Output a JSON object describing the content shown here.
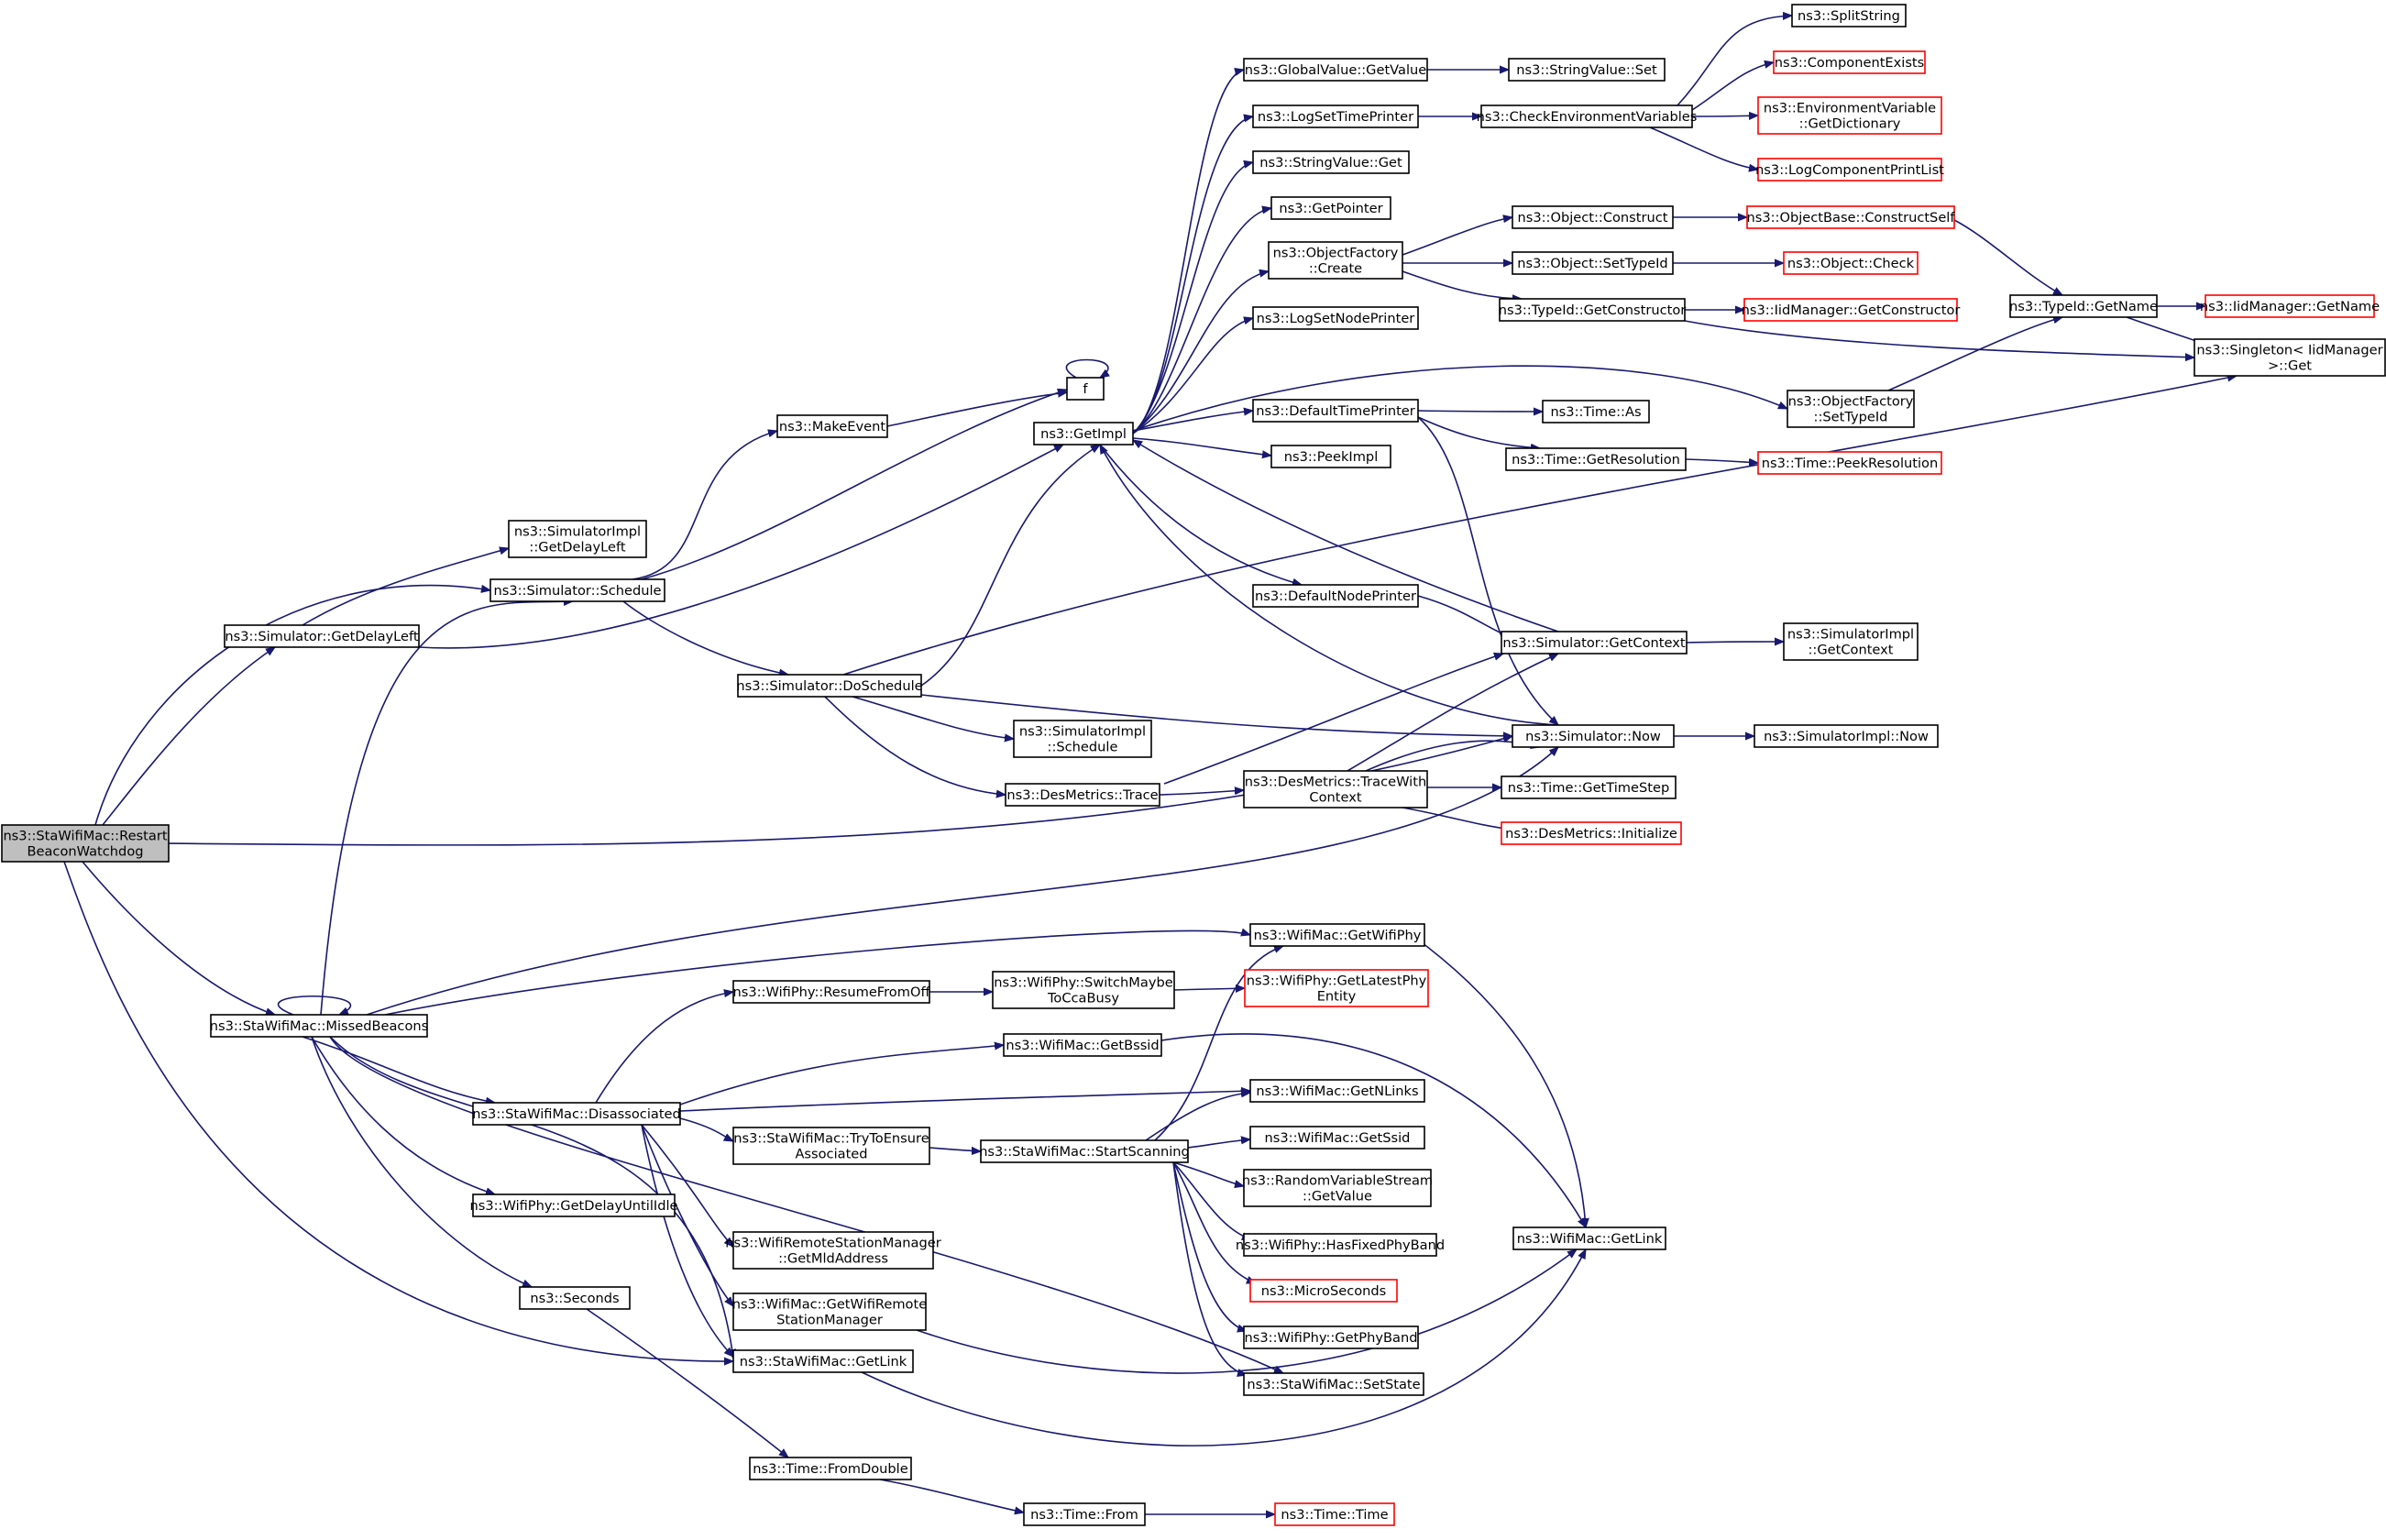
{
  "diagram": {
    "colors": {
      "edge": "#191970",
      "normal_border": "#000000",
      "external_border": "#ff0000",
      "root_fill": "#bfbfbf"
    },
    "nodes": [
      {
        "id": "root",
        "lines": [
          "ns3::StaWifiMac::Restart",
          "BeaconWatchdog"
        ],
        "style": "root"
      },
      {
        "id": "sim_getdelayleft",
        "lines": [
          "ns3::Simulator::GetDelayLeft"
        ]
      },
      {
        "id": "simimpl_getdelayleft",
        "lines": [
          "ns3::SimulatorImpl",
          "::GetDelayLeft"
        ]
      },
      {
        "id": "sim_schedule",
        "lines": [
          "ns3::Simulator::Schedule"
        ]
      },
      {
        "id": "makeevent",
        "lines": [
          "ns3::MakeEvent"
        ]
      },
      {
        "id": "f",
        "lines": [
          "f"
        ]
      },
      {
        "id": "getimpl",
        "lines": [
          "ns3::GetImpl"
        ]
      },
      {
        "id": "doschedule",
        "lines": [
          "ns3::Simulator::DoSchedule"
        ]
      },
      {
        "id": "simimpl_schedule",
        "lines": [
          "ns3::SimulatorImpl",
          "::Schedule"
        ]
      },
      {
        "id": "desmetrics_trace",
        "lines": [
          "ns3::DesMetrics::Trace"
        ]
      },
      {
        "id": "globalvalue_getvalue",
        "lines": [
          "ns3::GlobalValue::GetValue"
        ]
      },
      {
        "id": "stringvalue_set",
        "lines": [
          "ns3::StringValue::Set"
        ]
      },
      {
        "id": "logsettimeprinter",
        "lines": [
          "ns3::LogSetTimePrinter"
        ]
      },
      {
        "id": "checkenv",
        "lines": [
          "ns3::CheckEnvironmentVariables"
        ]
      },
      {
        "id": "splitstring",
        "lines": [
          "ns3::SplitString"
        ]
      },
      {
        "id": "componentexists",
        "lines": [
          "ns3::ComponentExists"
        ],
        "style": "red"
      },
      {
        "id": "envvar_getdict",
        "lines": [
          "ns3::EnvironmentVariable",
          "::GetDictionary"
        ],
        "style": "red"
      },
      {
        "id": "logcomponentprintlist",
        "lines": [
          "ns3::LogComponentPrintList"
        ],
        "style": "red"
      },
      {
        "id": "stringvalue_get",
        "lines": [
          "ns3::StringValue::Get"
        ]
      },
      {
        "id": "getpointer",
        "lines": [
          "ns3::GetPointer"
        ]
      },
      {
        "id": "objectfactory_create",
        "lines": [
          "ns3::ObjectFactory",
          "::Create"
        ]
      },
      {
        "id": "object_construct",
        "lines": [
          "ns3::Object::Construct"
        ]
      },
      {
        "id": "objectbase_constructself",
        "lines": [
          "ns3::ObjectBase::ConstructSelf"
        ],
        "style": "red"
      },
      {
        "id": "object_settypeid",
        "lines": [
          "ns3::Object::SetTypeId"
        ]
      },
      {
        "id": "object_check",
        "lines": [
          "ns3::Object::Check"
        ],
        "style": "red"
      },
      {
        "id": "typeid_getconstructor",
        "lines": [
          "ns3::TypeId::GetConstructor"
        ]
      },
      {
        "id": "iidmanager_getconstructor",
        "lines": [
          "ns3::IidManager::GetConstructor"
        ],
        "style": "red"
      },
      {
        "id": "typeid_getname",
        "lines": [
          "ns3::TypeId::GetName"
        ]
      },
      {
        "id": "iidmanager_getname",
        "lines": [
          "ns3::IidManager::GetName"
        ],
        "style": "red"
      },
      {
        "id": "singleton_get",
        "lines": [
          "ns3::Singleton< IidManager",
          ">::Get"
        ]
      },
      {
        "id": "logsetnodeprinter",
        "lines": [
          "ns3::LogSetNodePrinter"
        ]
      },
      {
        "id": "defaulttimeprinter",
        "lines": [
          "ns3::DefaultTimePrinter"
        ]
      },
      {
        "id": "objectfactory_settypeid",
        "lines": [
          "ns3::ObjectFactory",
          "::SetTypeId"
        ]
      },
      {
        "id": "time_as",
        "lines": [
          "ns3::Time::As"
        ]
      },
      {
        "id": "time_getresolution",
        "lines": [
          "ns3::Time::GetResolution"
        ]
      },
      {
        "id": "time_peekresolution",
        "lines": [
          "ns3::Time::PeekResolution"
        ],
        "style": "red"
      },
      {
        "id": "peekimpl",
        "lines": [
          "ns3::PeekImpl"
        ]
      },
      {
        "id": "defaultnodeprinter",
        "lines": [
          "ns3::DefaultNodePrinter"
        ]
      },
      {
        "id": "sim_getcontext",
        "lines": [
          "ns3::Simulator::GetContext"
        ]
      },
      {
        "id": "simimpl_getcontext",
        "lines": [
          "ns3::SimulatorImpl",
          "::GetContext"
        ]
      },
      {
        "id": "sim_now",
        "lines": [
          "ns3::Simulator::Now"
        ]
      },
      {
        "id": "simimpl_now",
        "lines": [
          "ns3::SimulatorImpl::Now"
        ]
      },
      {
        "id": "tracewithcontext",
        "lines": [
          "ns3::DesMetrics::TraceWith",
          "Context"
        ]
      },
      {
        "id": "time_gettimestep",
        "lines": [
          "ns3::Time::GetTimeStep"
        ]
      },
      {
        "id": "desmetrics_initialize",
        "lines": [
          "ns3::DesMetrics::Initialize"
        ],
        "style": "red"
      },
      {
        "id": "missedbeacons",
        "lines": [
          "ns3::StaWifiMac::MissedBeacons"
        ]
      },
      {
        "id": "getwifiphy",
        "lines": [
          "ns3::WifiMac::GetWifiPhy"
        ]
      },
      {
        "id": "resumefromoff",
        "lines": [
          "ns3::WifiPhy::ResumeFromOff"
        ]
      },
      {
        "id": "switchmaybe",
        "lines": [
          "ns3::WifiPhy::SwitchMaybe",
          "ToCcaBusy"
        ]
      },
      {
        "id": "getlatestphy",
        "lines": [
          "ns3::WifiPhy::GetLatestPhy",
          "Entity"
        ],
        "style": "red"
      },
      {
        "id": "getbssid",
        "lines": [
          "ns3::WifiMac::GetBssid"
        ]
      },
      {
        "id": "disassociated",
        "lines": [
          "ns3::StaWifiMac::Disassociated"
        ]
      },
      {
        "id": "getnlinks",
        "lines": [
          "ns3::WifiMac::GetNLinks"
        ]
      },
      {
        "id": "trytoensure",
        "lines": [
          "ns3::StaWifiMac::TryToEnsure",
          "Associated"
        ]
      },
      {
        "id": "startscanning",
        "lines": [
          "ns3::StaWifiMac::StartScanning"
        ]
      },
      {
        "id": "getssid",
        "lines": [
          "ns3::WifiMac::GetSsid"
        ]
      },
      {
        "id": "rvs_getvalue",
        "lines": [
          "ns3::RandomVariableStream",
          "::GetValue"
        ]
      },
      {
        "id": "hasfixedphyband",
        "lines": [
          "ns3::WifiPhy::HasFixedPhyBand"
        ]
      },
      {
        "id": "wifimac_getlink",
        "lines": [
          "ns3::WifiMac::GetLink"
        ]
      },
      {
        "id": "microseconds",
        "lines": [
          "ns3::MicroSeconds"
        ],
        "style": "red"
      },
      {
        "id": "getphyband",
        "lines": [
          "ns3::WifiPhy::GetPhyBand"
        ]
      },
      {
        "id": "setstate",
        "lines": [
          "ns3::StaWifiMac::SetState"
        ]
      },
      {
        "id": "getdelayuntilidle",
        "lines": [
          "ns3::WifiPhy::GetDelayUntilIdle"
        ]
      },
      {
        "id": "getmldaddress",
        "lines": [
          "ns3::WifiRemoteStationManager",
          "::GetMldAddress"
        ]
      },
      {
        "id": "seconds",
        "lines": [
          "ns3::Seconds"
        ]
      },
      {
        "id": "getwifiremote",
        "lines": [
          "ns3::WifiMac::GetWifiRemote",
          "StationManager"
        ]
      },
      {
        "id": "stawifimac_getlink",
        "lines": [
          "ns3::StaWifiMac::GetLink"
        ]
      },
      {
        "id": "time_fromdouble",
        "lines": [
          "ns3::Time::FromDouble"
        ]
      },
      {
        "id": "time_from",
        "lines": [
          "ns3::Time::From"
        ]
      },
      {
        "id": "time_time",
        "lines": [
          "ns3::Time::Time"
        ],
        "style": "red"
      }
    ]
  }
}
